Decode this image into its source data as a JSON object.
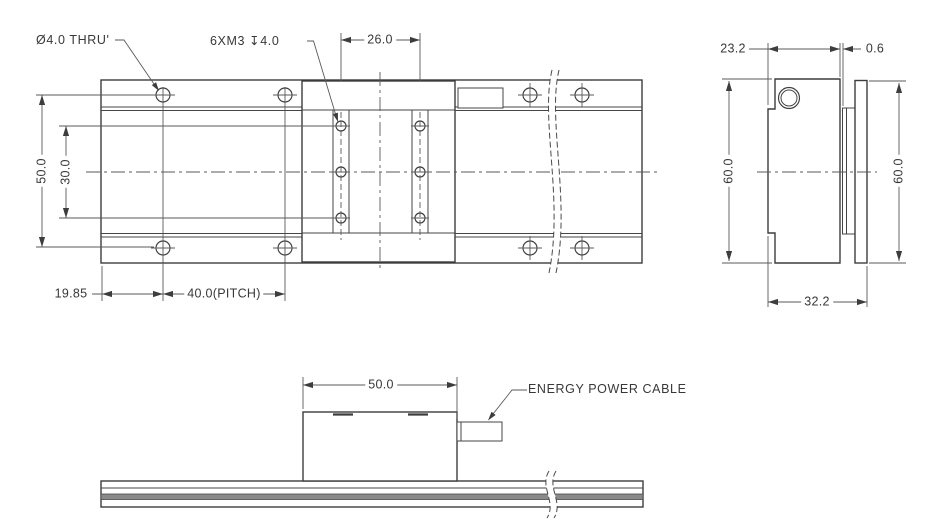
{
  "drawing_title": "linear-stage-dimension-drawing",
  "colors": {
    "background": "#ffffff",
    "object_line": "#3d3d3d",
    "dimension_line": "#5a5a5a",
    "text": "#383838",
    "rail_band": "#8a8a8a"
  },
  "top_view": {
    "thru_hole_callout": "Ø4.0 THRU'",
    "tapped_hole_callout": "6XM3 ↧4.0",
    "dim_carriage_hole_spacing": "26.0",
    "dim_rail_hole_row_spacing": "50.0",
    "dim_carriage_hole_row_spacing": "30.0",
    "dim_first_hole_offset": "19.85",
    "dim_hole_pitch": "40.0(PITCH)"
  },
  "side_view": {
    "dim_body_depth": "23.2",
    "dim_clearance": "0.6",
    "dim_body_height": "60.0",
    "dim_plate_height": "60.0",
    "dim_overall_depth": "32.2"
  },
  "front_view": {
    "dim_carriage_length": "50.0",
    "cable_callout": "ENERGY POWER CABLE"
  }
}
